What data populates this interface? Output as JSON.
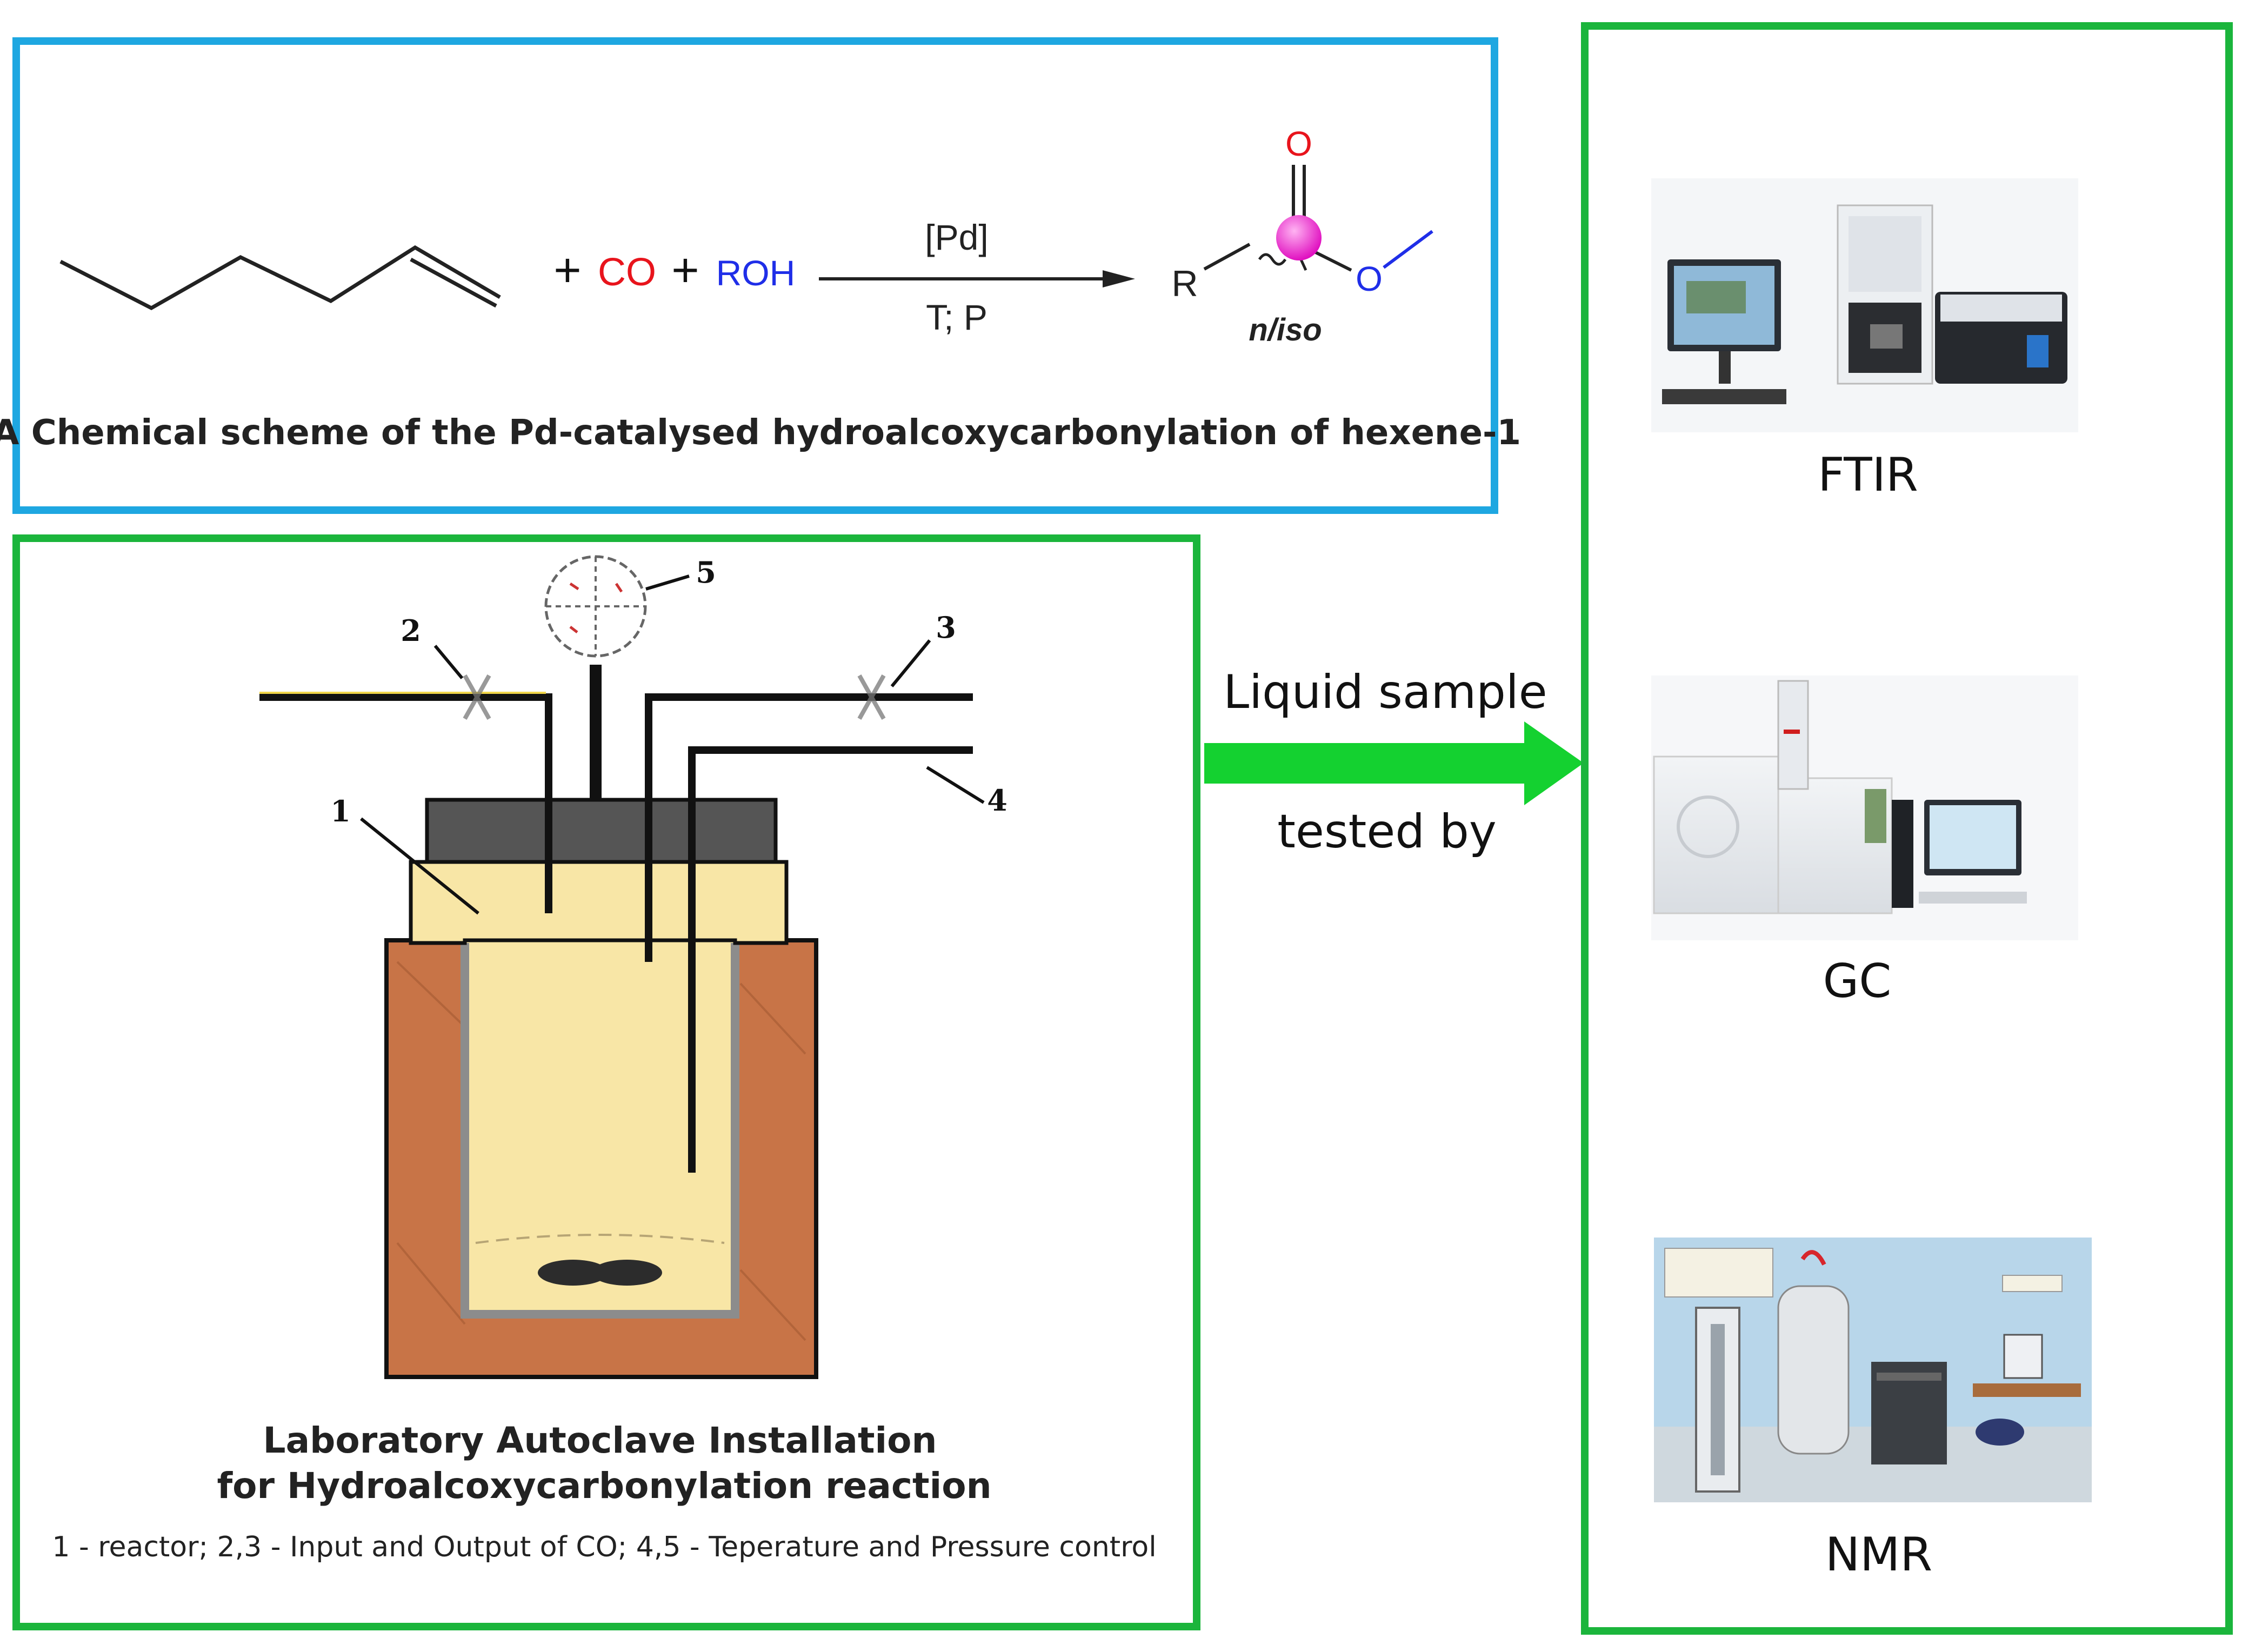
{
  "scheme": {
    "plus1": "+",
    "co": "CO",
    "plus2": "+",
    "roh": "ROH",
    "catalyst": "[Pd]",
    "conditions": "T; P",
    "r_group": "R",
    "o_carbonyl": "O",
    "o_ester": "O",
    "selectivity": "n/iso",
    "caption": "A Chemical scheme of the Pd-catalysed hydroalcoxycarbonylation of hexene-1"
  },
  "reactor": {
    "labels": [
      "1",
      "2",
      "3",
      "4",
      "5"
    ],
    "title_line1": "Laboratory Autoclave Installation",
    "title_line2": "for Hydroalcoxycarbonylation reaction",
    "legend": "1 - reactor; 2,3 - Input and Output of CO; 4,5 - Teperature and Pressure control"
  },
  "flow": {
    "line1": "Liquid sample",
    "line2": "tested by"
  },
  "instruments": {
    "ftir": "FTIR",
    "gc": "GC",
    "nmr": "NMR"
  },
  "colors": {
    "scheme_border": "#1ea7e1",
    "panel_border": "#1bb53c",
    "flow_arrow": "#14d130",
    "co_red": "#e8141c",
    "roh_blue": "#1f2ee8",
    "reactor_liquid": "#f8e6a6",
    "reactor_jacket": "#c87447",
    "reactor_lid": "#555555",
    "catalyst_ball": "#ff2bd6"
  }
}
